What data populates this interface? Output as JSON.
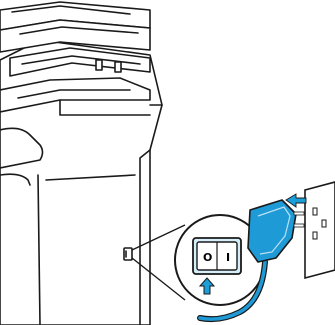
{
  "switch_positions": {
    "off_mark": "O",
    "on_mark": "I"
  },
  "icons": {
    "printer": "printer-illustration",
    "power_switch": "power-switch",
    "press_arrow": "arrow-up-icon",
    "unplug_arrow": "arrow-left-icon",
    "plug": "power-plug",
    "outlet": "wall-outlet"
  },
  "colors": {
    "outline": "#1a1a1a",
    "accent_blue": "#1a9fd9",
    "cable_blue": "#1e9ad6",
    "switch_panel": "#d6eef9",
    "wall": "#ffffff"
  }
}
